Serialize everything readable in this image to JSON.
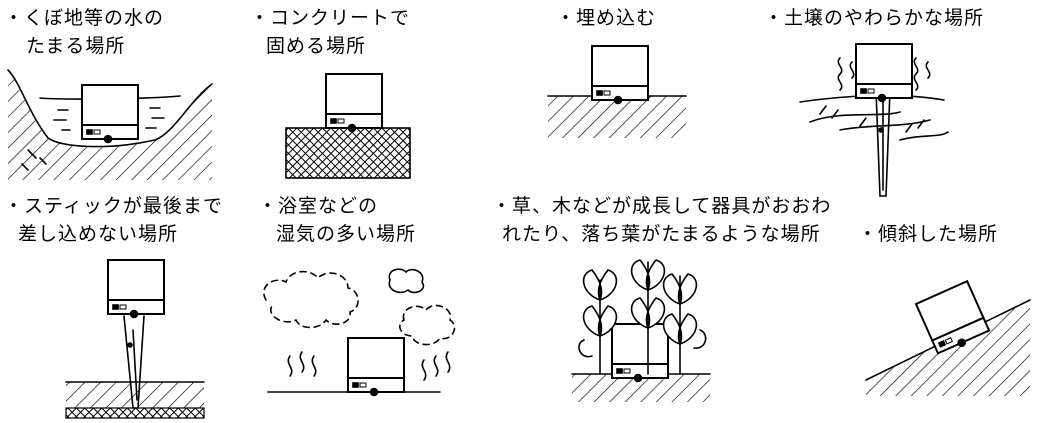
{
  "panels": [
    {
      "id": "puddle",
      "lines": [
        "・くぼ地等の水の",
        "たまる場所"
      ]
    },
    {
      "id": "concrete",
      "lines": [
        "・コンクリートで",
        "固める場所"
      ]
    },
    {
      "id": "buried",
      "lines": [
        "・埋め込む"
      ]
    },
    {
      "id": "soft-soil",
      "lines": [
        "・土壌のやわらかな場所"
      ]
    },
    {
      "id": "stick",
      "lines": [
        "・スティックが最後まで",
        "差し込めない場所"
      ]
    },
    {
      "id": "bathroom",
      "lines": [
        "・浴室などの",
        "湿気の多い場所"
      ]
    },
    {
      "id": "plants",
      "lines": [
        "・草、木などが成長して器具がおおわ",
        "れたり、落ち葉がたまるような場所"
      ]
    },
    {
      "id": "slope",
      "lines": [
        "・傾斜した場所"
      ]
    }
  ]
}
